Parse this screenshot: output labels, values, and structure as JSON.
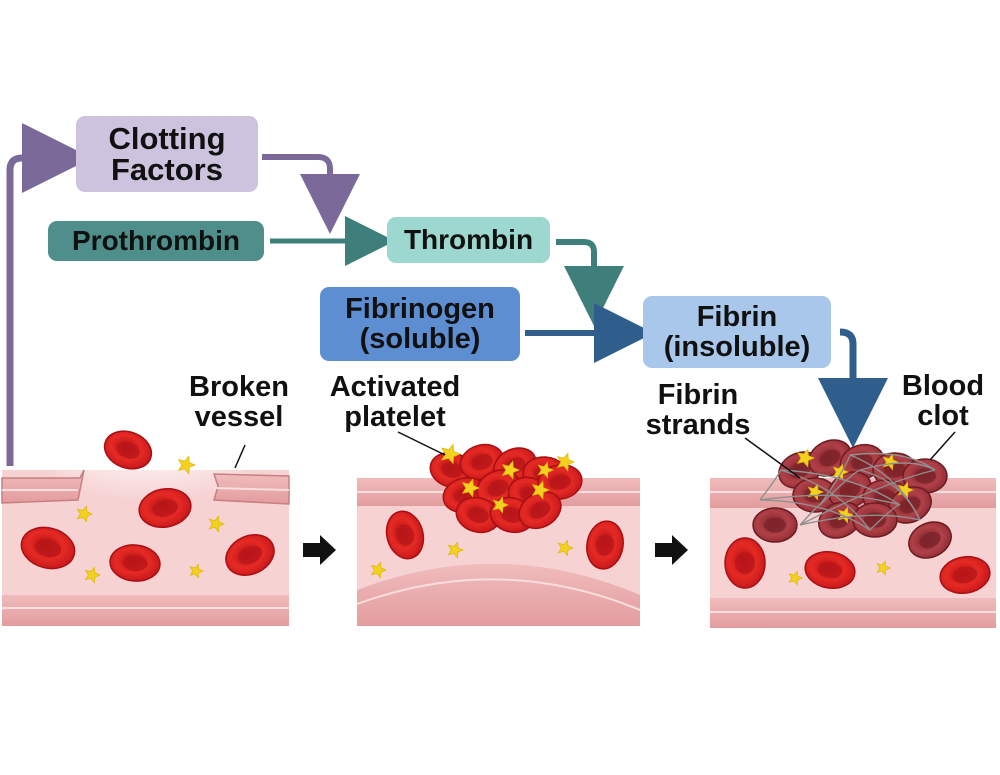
{
  "boxes": {
    "clotting_factors": [
      "Clotting",
      "Factors"
    ],
    "prothrombin": "Prothrombin",
    "thrombin": "Thrombin",
    "fibrinogen": [
      "Fibrinogen",
      "(soluble)"
    ],
    "fibrin": [
      "Fibrin",
      "(insoluble)"
    ]
  },
  "labels": {
    "broken_vessel": [
      "Broken",
      "vessel"
    ],
    "activated_platelet": [
      "Activated",
      "platelet"
    ],
    "fibrin_strands": [
      "Fibrin",
      "strands"
    ],
    "blood_clot": [
      "Blood",
      "clot"
    ]
  },
  "colors": {
    "clotting_box": "#cdc3de",
    "clotting_arrow": "#7b6a99",
    "prothrombin_box": "#4f8f8b",
    "thrombin_box": "#9cd8cf",
    "teal_arrow": "#3e7f7b",
    "fibrinogen_box": "#5d8ed2",
    "fibrin_box": "#a8c7ea",
    "blue_arrow": "#2f5d8c",
    "vessel_wall": "#e7a7a8",
    "vessel_lumen": "#f6d2d3",
    "red_blood_cell": "#d7201d",
    "platelet": "#f2d21e",
    "clot_cell": "#a5383d"
  }
}
